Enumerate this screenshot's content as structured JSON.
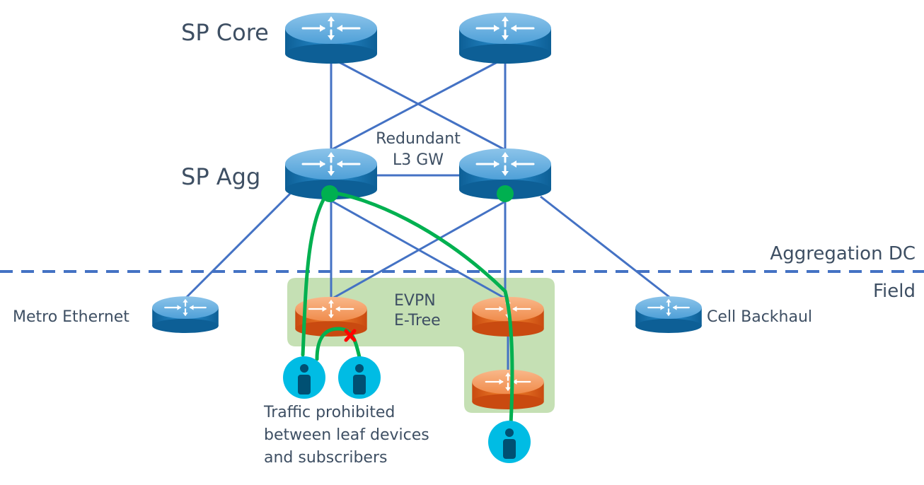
{
  "title": "EVPN E-Tree Service Provider Topology",
  "colors": {
    "link": "#4472c4",
    "traffic_path": "#00b050",
    "blocked_mark": "#ff0000",
    "evpn_region": "#c5e0b4",
    "router_blue": "#1a78b8",
    "router_orange": "#e8651c",
    "subscriber": "#00bce4",
    "subscriber_figure": "#005073",
    "text": "#3e4f63"
  },
  "labels": {
    "sp_core": "SP Core",
    "sp_agg": "SP Agg",
    "redundant_line1": "Redundant",
    "redundant_line2": "L3 GW",
    "aggregation_dc": "Aggregation DC",
    "field": "Field",
    "metro_ethernet": "Metro Ethernet",
    "cell_backhaul": "Cell Backhaul",
    "evpn_line1": "EVPN",
    "evpn_line2": "E-Tree",
    "note_line1": "Traffic prohibited",
    "note_line2": "between leaf devices",
    "note_line3": "and subscribers"
  },
  "nodes": [
    {
      "id": "core-1",
      "type": "router",
      "color": "blue",
      "tier": "SP Core"
    },
    {
      "id": "core-2",
      "type": "router",
      "color": "blue",
      "tier": "SP Core"
    },
    {
      "id": "agg-1",
      "type": "router",
      "color": "blue",
      "tier": "SP Agg"
    },
    {
      "id": "agg-2",
      "type": "router",
      "color": "blue",
      "tier": "SP Agg"
    },
    {
      "id": "metro-eth",
      "type": "router",
      "color": "blue",
      "tier": "Field"
    },
    {
      "id": "cell-backhaul",
      "type": "router",
      "color": "blue",
      "tier": "Field"
    },
    {
      "id": "leaf-1",
      "type": "router",
      "color": "orange",
      "tier": "EVPN E-Tree"
    },
    {
      "id": "leaf-2",
      "type": "router",
      "color": "orange",
      "tier": "EVPN E-Tree"
    },
    {
      "id": "leaf-3",
      "type": "router",
      "color": "orange",
      "tier": "EVPN E-Tree"
    },
    {
      "id": "sub-1",
      "type": "subscriber"
    },
    {
      "id": "sub-2",
      "type": "subscriber"
    },
    {
      "id": "sub-3",
      "type": "subscriber"
    }
  ],
  "links": [
    [
      "core-1",
      "agg-1"
    ],
    [
      "core-1",
      "agg-2"
    ],
    [
      "core-2",
      "agg-1"
    ],
    [
      "core-2",
      "agg-2"
    ],
    [
      "agg-1",
      "agg-2"
    ],
    [
      "agg-1",
      "metro-eth"
    ],
    [
      "agg-1",
      "leaf-1"
    ],
    [
      "agg-1",
      "leaf-2"
    ],
    [
      "agg-2",
      "leaf-1"
    ],
    [
      "agg-2",
      "leaf-2"
    ],
    [
      "agg-2",
      "cell-backhaul"
    ],
    [
      "leaf-2",
      "leaf-3"
    ]
  ],
  "traffic_paths": [
    {
      "from": "sub-1",
      "to": "agg-1",
      "allowed": true
    },
    {
      "from": "sub-3",
      "to": "agg-1",
      "allowed": true
    },
    {
      "from": "sub-1",
      "to": "sub-2",
      "allowed": false
    }
  ]
}
